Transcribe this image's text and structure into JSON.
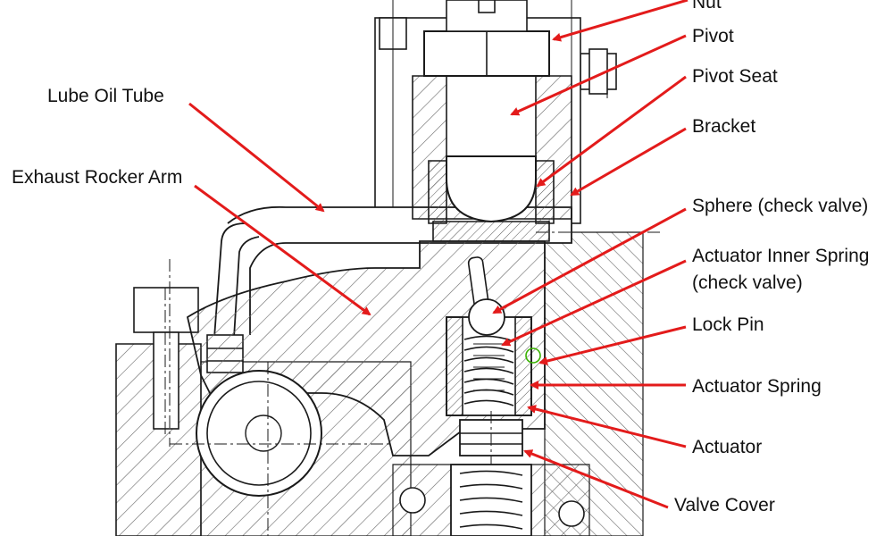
{
  "colors": {
    "arrow": "#e31b1b",
    "outline": "#1a1a1a",
    "hatch": "#555555",
    "background": "#ffffff"
  },
  "labels": {
    "nut": "Nut",
    "pivot": "Pivot",
    "pivot_seat": "Pivot Seat",
    "bracket": "Bracket",
    "sphere": "Sphere (check valve)",
    "actuator_inner_spring_line1": "Actuator Inner Spring",
    "actuator_inner_spring_line2": "(check valve)",
    "lock_pin": "Lock Pin",
    "actuator_spring": "Actuator Spring",
    "actuator": "Actuator",
    "valve_cover": "Valve Cover",
    "lube_oil_tube": "Lube Oil Tube",
    "exhaust_rocker_arm": "Exhaust Rocker Arm"
  }
}
